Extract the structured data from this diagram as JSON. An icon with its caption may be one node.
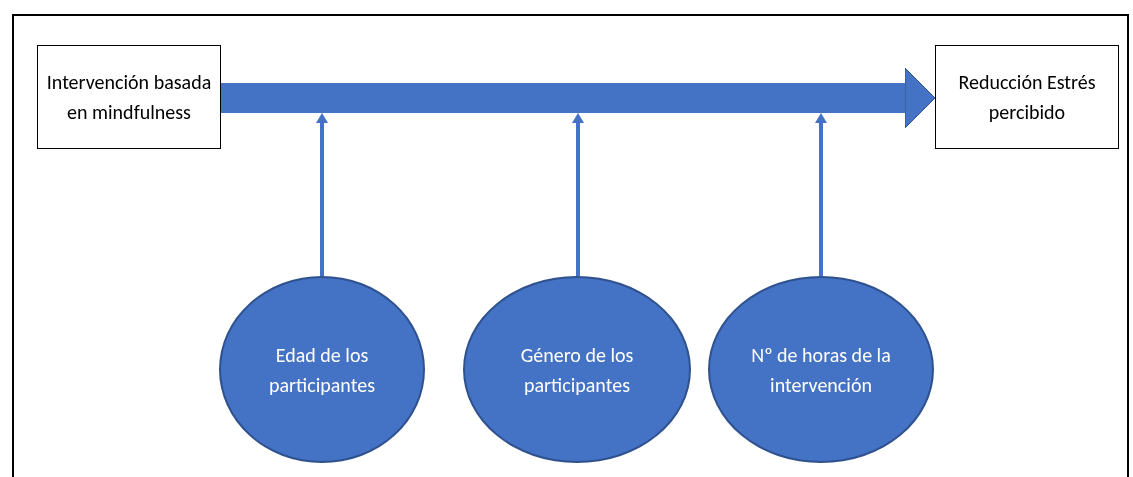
{
  "diagram": {
    "nodes": [
      {
        "text": [
          "Intervención basada en mindfulness"
        ]
      },
      {
        "text": [
          "Reducción Estrés percibido"
        ]
      },
      {
        "text": [
          "Edad de los participantes"
        ]
      },
      {
        "text": [
          "Género de los participantes"
        ]
      },
      {
        "text": [
          "Nº de horas de la intervención"
        ]
      }
    ],
    "edges": [
      {
        "from": 0,
        "to": 1,
        "arrow": "to",
        "style": "thick"
      },
      {
        "from": 2,
        "to": null,
        "arrow": "to"
      },
      {
        "from": 3,
        "to": null,
        "arrow": "to"
      },
      {
        "from": 4,
        "to": null,
        "arrow": "to"
      }
    ]
  }
}
